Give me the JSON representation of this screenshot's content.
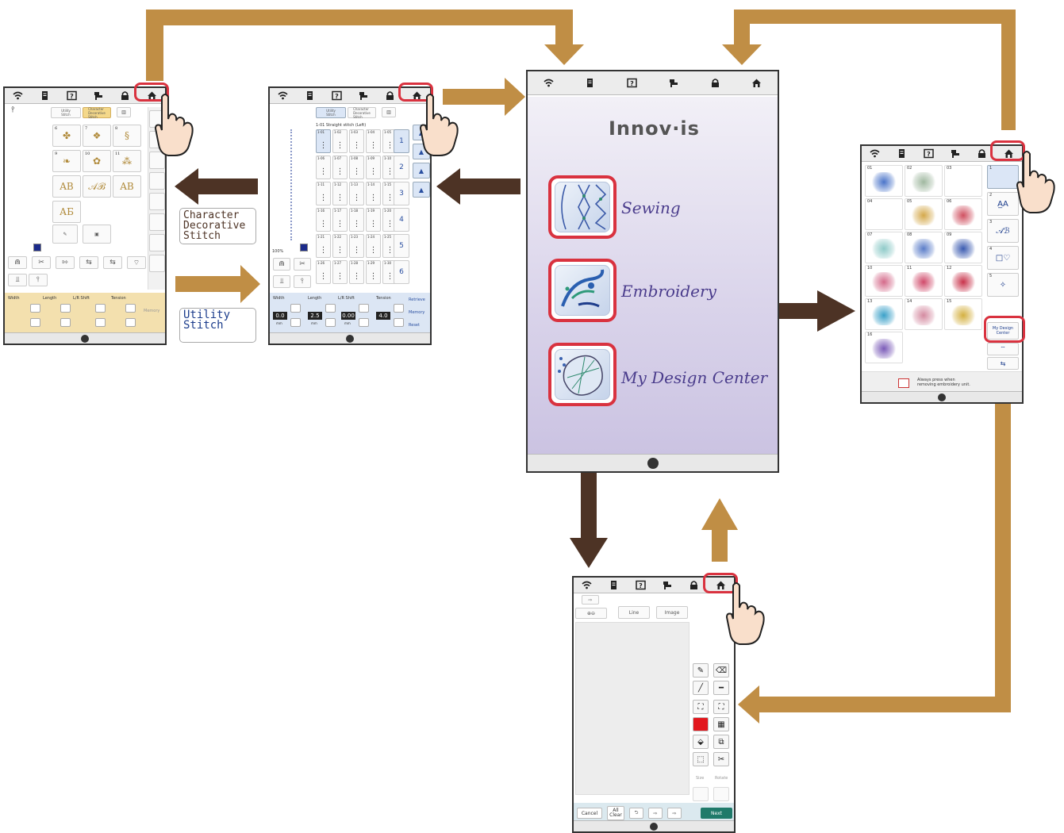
{
  "topbar_icons": [
    "wifi-icon",
    "document-icon",
    "help-icon",
    "presser-foot-icon",
    "lock-icon",
    "home-icon"
  ],
  "colors": {
    "gold_arrow": "#c08e45",
    "dark_arrow": "#4d3325",
    "highlight": "#d9323f",
    "menu_text": "#4a3c8c"
  },
  "main_screen": {
    "logo": "Innov·is",
    "menu": [
      {
        "label": "Sewing",
        "icon": "sewing-stitch-icon"
      },
      {
        "label": "Embroidery",
        "icon": "embroidery-floral-icon"
      },
      {
        "label": "My Design Center",
        "icon": "my-design-leaf-icon"
      }
    ]
  },
  "callouts": {
    "character": "Character\nDecorative\nStitch",
    "utility": "Utility\nStitch"
  },
  "character_screen": {
    "tabs": [
      "Utility\nStitch",
      "Character\nDecorative\nStitch"
    ],
    "tiles": [
      {
        "n": "6",
        "glyph": "✤"
      },
      {
        "n": "7",
        "glyph": "❖"
      },
      {
        "n": "8",
        "glyph": "§"
      },
      {
        "n": "9",
        "glyph": "❧"
      },
      {
        "n": "10",
        "glyph": "✿"
      },
      {
        "n": "11",
        "glyph": "⁂"
      },
      {
        "n": "",
        "glyph": "AB"
      },
      {
        "n": "",
        "glyph": "𝒜ℬ"
      },
      {
        "n": "",
        "glyph": "AB"
      },
      {
        "n": "",
        "glyph": "АБ"
      }
    ],
    "bottom_labels": [
      "Width",
      "Length",
      "L/R Shift",
      "Tension"
    ],
    "memory": "Memory"
  },
  "utility_screen": {
    "tabs": [
      "Utility\nStitch",
      "Character\nDecorative\nStitch"
    ],
    "stitch_name": "1-01 Straight stitch (Left)",
    "grid_codes": [
      "1-01",
      "1-02",
      "1-03",
      "1-04",
      "1-05",
      "1-06",
      "1-07",
      "1-08",
      "1-09",
      "1-10",
      "1-11",
      "1-12",
      "1-13",
      "1-14",
      "1-15",
      "1-16",
      "1-17",
      "1-18",
      "1-19",
      "1-20",
      "1-21",
      "1-22",
      "1-23",
      "1-24",
      "1-25",
      "1-26",
      "1-27",
      "1-28",
      "1-29",
      "1-30"
    ],
    "zoom": "100%",
    "bottom_labels": [
      "Width",
      "Length",
      "L/R Shift",
      "Tension"
    ],
    "values": [
      "0.0",
      "2.5",
      "0.00",
      "4.0"
    ],
    "units": [
      "mm",
      "mm",
      "mm",
      ""
    ],
    "side_buttons": [
      "Retrieve",
      "Memory",
      "Reset"
    ]
  },
  "embroidery_screen": {
    "numbers": [
      "01",
      "02",
      "03",
      "04",
      "05",
      "06",
      "07",
      "08",
      "09",
      "10",
      "11",
      "12",
      "13",
      "14",
      "15",
      "16"
    ],
    "side_numbers": [
      "1",
      "2",
      "3",
      "4",
      "5"
    ],
    "side_glyphs": [
      "",
      "A̲A",
      "𝒜ℬ",
      "□♡",
      "✧"
    ],
    "my_design_button": "My Design\nCenter",
    "notice": "Always press when\nremoving embroidery unit."
  },
  "design_screen": {
    "tools": [
      "Line",
      "Image"
    ],
    "size": "Size",
    "rotate": "Rotate",
    "bottom": {
      "cancel": "Cancel",
      "all_clear": "All\nClear",
      "next": "Next"
    }
  }
}
